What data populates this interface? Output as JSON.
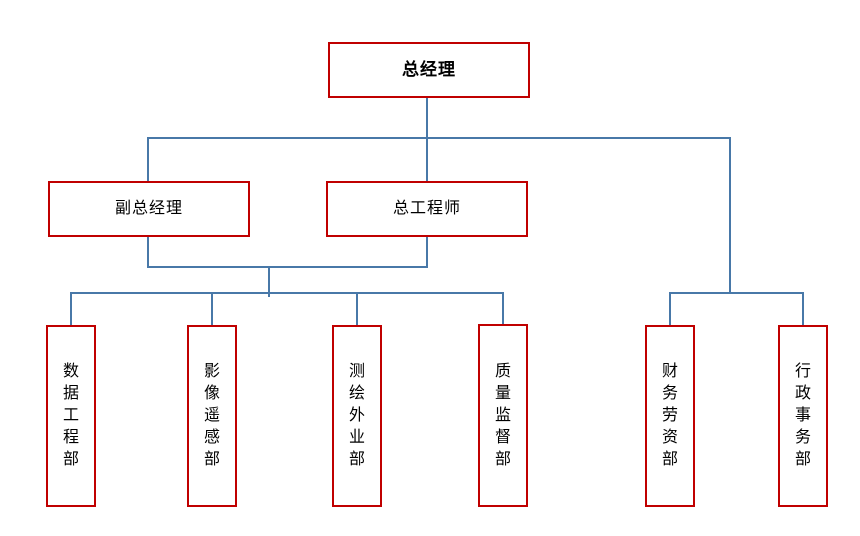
{
  "colors": {
    "box_border": "#c00000",
    "connector": "#4878a8",
    "text": "#000000",
    "background": "#ffffff"
  },
  "chart": {
    "root": {
      "label": "总经理"
    },
    "managers": [
      {
        "label": "副总经理"
      },
      {
        "label": "总工程师"
      }
    ],
    "departments": [
      {
        "label": "数据工程部"
      },
      {
        "label": "影像遥感部"
      },
      {
        "label": "测绘外业部"
      },
      {
        "label": "质量监督部"
      },
      {
        "label": "财务劳资部"
      },
      {
        "label": "行政事务部"
      }
    ]
  }
}
